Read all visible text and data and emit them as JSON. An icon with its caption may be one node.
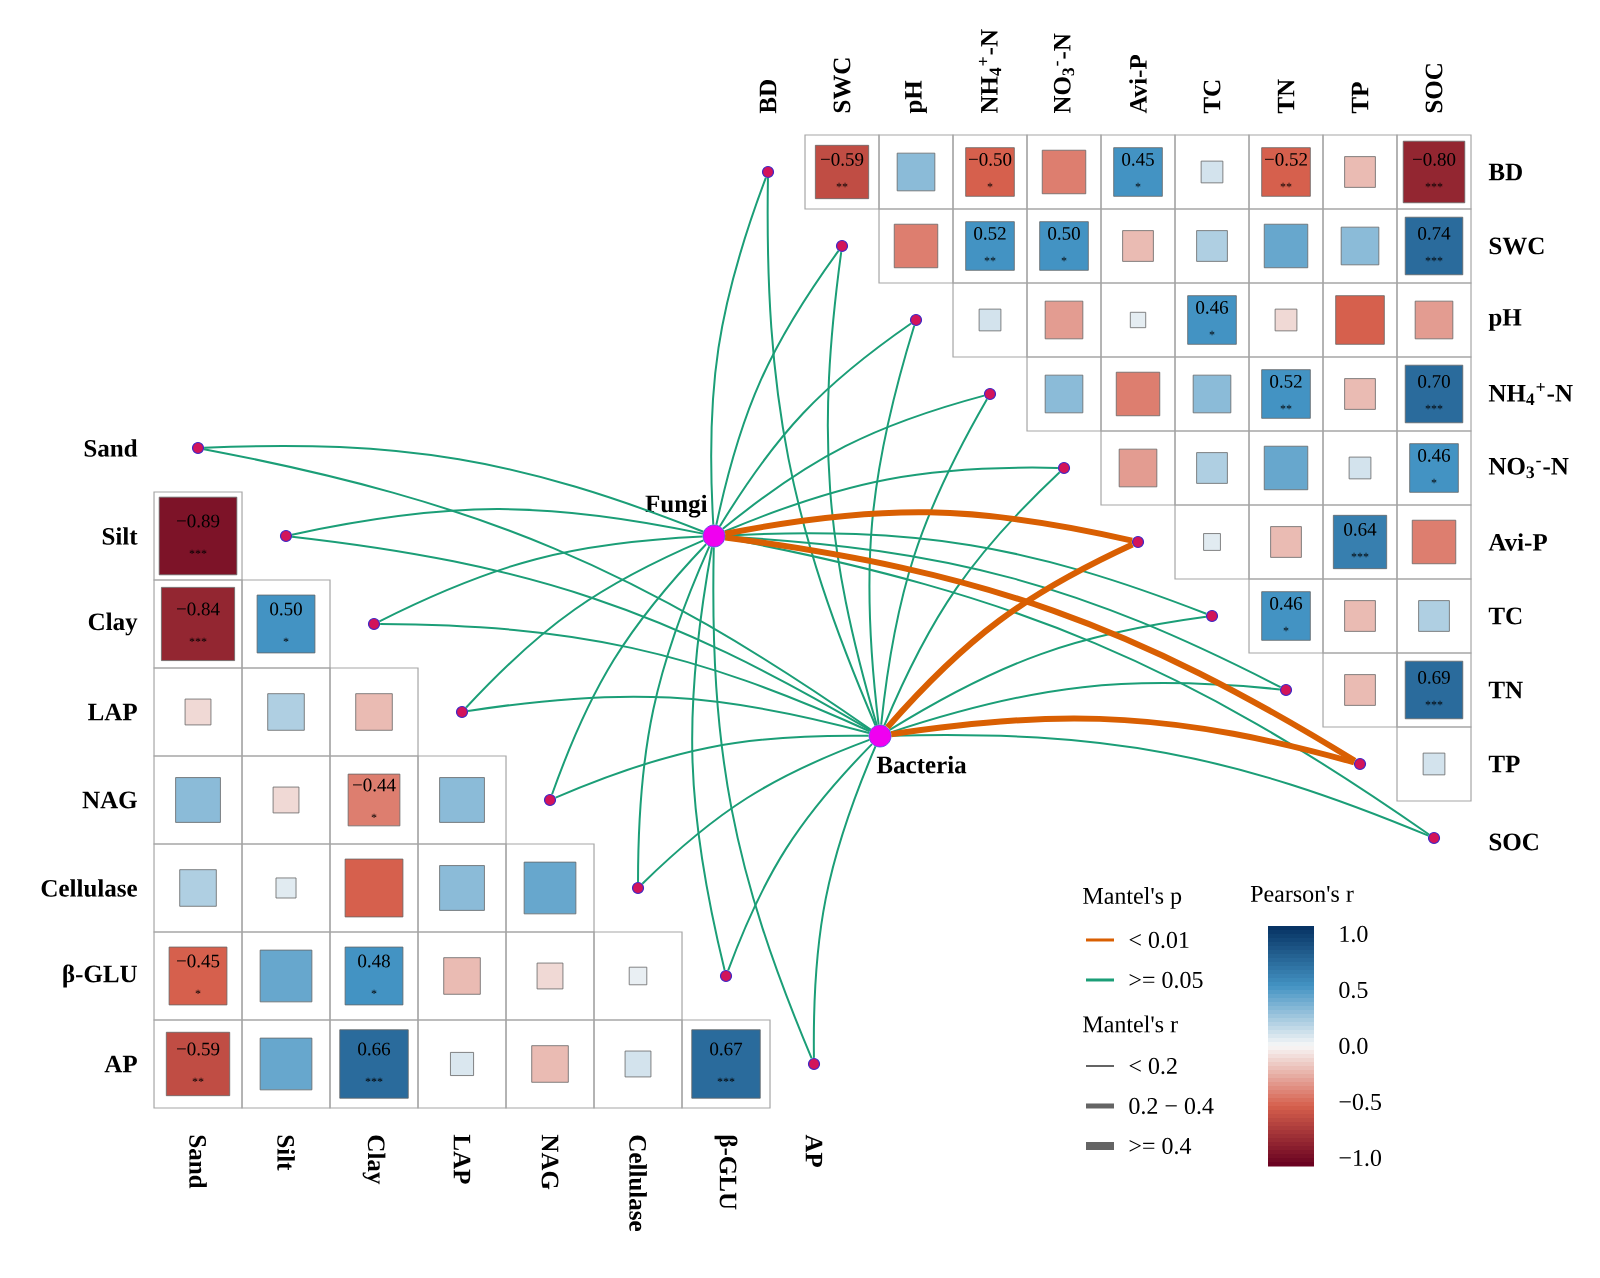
{
  "diagram": {
    "nodes": [
      {
        "text": [
          "Fungi"
        ]
      },
      {
        "text": [
          "Bacteria"
        ]
      },
      {
        "text": [],
        "shape": "circle"
      },
      {
        "text": [],
        "shape": "circle"
      },
      {
        "text": [],
        "shape": "circle"
      },
      {
        "text": [],
        "shape": "circle"
      },
      {
        "text": [],
        "shape": "circle"
      },
      {
        "text": [],
        "shape": "circle"
      },
      {
        "text": [],
        "shape": "circle"
      },
      {
        "text": [],
        "shape": "circle"
      },
      {
        "text": [],
        "shape": "circle"
      },
      {
        "text": [],
        "shape": "circle"
      },
      {
        "text": [],
        "shape": "circle"
      },
      {
        "text": [],
        "shape": "circle"
      },
      {
        "text": [],
        "shape": "circle"
      },
      {
        "text": [],
        "shape": "circle"
      },
      {
        "text": [],
        "shape": "circle"
      },
      {
        "text": [],
        "shape": "circle"
      },
      {
        "text": [],
        "shape": "circle"
      },
      {
        "text": [],
        "shape": "circle"
      }
    ],
    "edges": [
      {
        "from": 0,
        "to": 2,
        "arrow": "none"
      },
      {
        "from": 0,
        "to": 3,
        "arrow": "none"
      },
      {
        "from": 0,
        "to": 4,
        "arrow": "none"
      },
      {
        "from": 0,
        "to": 5,
        "arrow": "none"
      },
      {
        "from": 0,
        "to": 6,
        "arrow": "none"
      },
      {
        "from": 0,
        "to": 7,
        "arrow": "none",
        "style": "thick",
        "color": "#d95f02"
      },
      {
        "from": 0,
        "to": 8,
        "arrow": "none"
      },
      {
        "from": 0,
        "to": 9,
        "arrow": "none"
      },
      {
        "from": 0,
        "to": 10,
        "arrow": "none",
        "style": "thick",
        "color": "#d95f02"
      },
      {
        "from": 0,
        "to": 11,
        "arrow": "none"
      },
      {
        "from": 0,
        "to": 12,
        "arrow": "none"
      },
      {
        "from": 0,
        "to": 13,
        "arrow": "none"
      },
      {
        "from": 0,
        "to": 14,
        "arrow": "none"
      },
      {
        "from": 0,
        "to": 15,
        "arrow": "none"
      },
      {
        "from": 0,
        "to": 16,
        "arrow": "none"
      },
      {
        "from": 0,
        "to": 17,
        "arrow": "none"
      },
      {
        "from": 0,
        "to": 18,
        "arrow": "none"
      },
      {
        "from": 0,
        "to": 19,
        "arrow": "none"
      },
      {
        "from": 1,
        "to": 2,
        "arrow": "none"
      },
      {
        "from": 1,
        "to": 3,
        "arrow": "none"
      },
      {
        "from": 1,
        "to": 4,
        "arrow": "none"
      },
      {
        "from": 1,
        "to": 5,
        "arrow": "none"
      },
      {
        "from": 1,
        "to": 6,
        "arrow": "none"
      },
      {
        "from": 1,
        "to": 7,
        "arrow": "none",
        "style": "thick",
        "color": "#d95f02"
      },
      {
        "from": 1,
        "to": 8,
        "arrow": "none"
      },
      {
        "from": 1,
        "to": 9,
        "arrow": "none"
      },
      {
        "from": 1,
        "to": 10,
        "arrow": "none",
        "style": "thick",
        "color": "#d95f02"
      },
      {
        "from": 1,
        "to": 11,
        "arrow": "none"
      },
      {
        "from": 1,
        "to": 12,
        "arrow": "none"
      },
      {
        "from": 1,
        "to": 13,
        "arrow": "none"
      },
      {
        "from": 1,
        "to": 14,
        "arrow": "none"
      },
      {
        "from": 1,
        "to": 15,
        "arrow": "none"
      },
      {
        "from": 1,
        "to": 16,
        "arrow": "none"
      },
      {
        "from": 1,
        "to": 17,
        "arrow": "none"
      },
      {
        "from": 1,
        "to": 18,
        "arrow": "none"
      },
      {
        "from": 1,
        "to": 19,
        "arrow": "none"
      }
    ],
    "labels": [
      "BD",
      "SWC",
      "pH",
      "NH$_{4}$$^{+}$-N",
      "NO$_{3}$$^{-}$-N",
      "Avi-P",
      "TC",
      "TN",
      "TP",
      "SOC",
      "−0.59",
      "**",
      "−0.50",
      "*",
      "0.45",
      "*",
      "−0.52",
      "**",
      "−0.80",
      "***",
      "BD",
      "0.52",
      "**",
      "0.50",
      "*",
      "0.74",
      "***",
      "SWC",
      "0.46",
      "*",
      "pH",
      "0.52",
      "**",
      "0.70",
      "***",
      "NH$_{4}$$^{+}$-N",
      "0.46",
      "*",
      "NO$_{3}$$^{-}$-N",
      "0.64",
      "***",
      "Avi-P",
      "0.46",
      "*",
      "TC",
      "0.69",
      "***",
      "TN",
      "TP",
      "SOC",
      "Sand",
      "Silt",
      "−0.89",
      "***",
      "Clay",
      "−0.84",
      "***",
      "0.50",
      "*",
      "LAP",
      "NAG",
      "−0.44",
      "*",
      "Cellulase",
      "β-GLU",
      "−0.45",
      "*",
      "0.48",
      "*",
      "AP",
      "−0.59",
      "**",
      "0.66",
      "***",
      "0.67",
      "***",
      "Sand",
      "Silt",
      "Clay",
      "LAP",
      "NAG",
      "Cellulase",
      "β-GLU",
      "AP",
      "Mantel's p",
      "Mantel's r",
      "Pearson's r",
      "1.0",
      "0.5",
      "0.0",
      "−0.5",
      "−1.0"
    ],
    "legend": [
      {
        "text": "< 0.01"
      },
      {
        "text": ">= 0.05"
      },
      {
        "text": "< 0.2"
      },
      {
        "text": "0.2 − 0.4"
      },
      {
        "text": ">= 0.4"
      }
    ]
  }
}
